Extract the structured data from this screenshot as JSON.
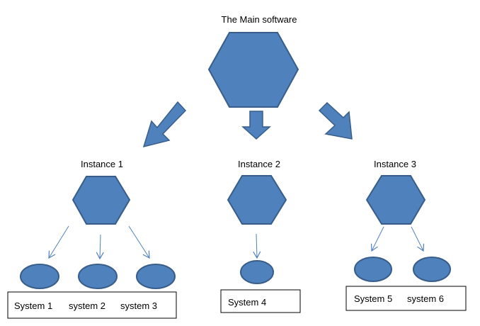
{
  "main": {
    "label": "The Main software"
  },
  "instances": [
    {
      "label": "Instance 1"
    },
    {
      "label": "Instance 2"
    },
    {
      "label": "Instance 3"
    }
  ],
  "system_boxes": [
    {
      "labels": [
        "System 1",
        "system 2",
        "system 3"
      ]
    },
    {
      "labels": [
        "System 4"
      ]
    },
    {
      "labels": [
        "System 5",
        "system 6"
      ]
    }
  ],
  "colors": {
    "shape_fill": "#4f81bd",
    "shape_stroke": "#385d8a",
    "thin_arrow": "#4f81bd",
    "box_stroke": "#000000"
  }
}
